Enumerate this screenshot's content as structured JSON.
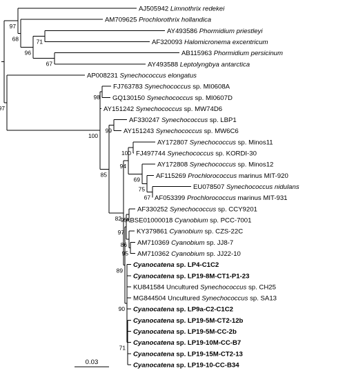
{
  "leaves": [
    {
      "acc": "AJ505942",
      "genus": "Limnothrix",
      "species": "redekei",
      "plain": false,
      "bold": false
    },
    {
      "acc": "AM709625",
      "genus": "Prochlorothrix",
      "species": "hollandica",
      "plain": false,
      "bold": false
    },
    {
      "acc": "AY493586",
      "genus": "Phormidium",
      "species": "priestleyi",
      "plain": false,
      "bold": false
    },
    {
      "acc": "AF320093",
      "genus": "Halomicronema",
      "species": "excentricum",
      "plain": false,
      "bold": false
    },
    {
      "acc": "AB115963",
      "genus": "Phormidium",
      "species": "persicinum",
      "plain": false,
      "bold": false
    },
    {
      "acc": "AY493588",
      "genus": "Leptolyngbya",
      "species": "antarctica",
      "plain": false,
      "bold": false
    },
    {
      "acc": "AP008231",
      "genus": "Synechococcus",
      "species": "elongatus",
      "plain": false,
      "bold": false
    },
    {
      "acc": "FJ763783",
      "genus": "Synechococcus",
      "species": "sp. MI0608A",
      "plain": true,
      "bold": false
    },
    {
      "acc": "GQ130150",
      "genus": "Synechococcus",
      "species": "sp. MI0607D",
      "plain": true,
      "bold": false
    },
    {
      "acc": "AY151242",
      "genus": "Synechococcus",
      "species": "sp. MW74D6",
      "plain": true,
      "bold": false
    },
    {
      "acc": "AF330247",
      "genus": "Synechococcus",
      "species": "sp. LBP1",
      "plain": true,
      "bold": false
    },
    {
      "acc": "AY151243",
      "genus": "Synechococcus",
      "species": "sp. MW6C6",
      "plain": true,
      "bold": false
    },
    {
      "acc": "AY172807",
      "genus": "Synechococcus",
      "species": "sp. Minos11",
      "plain": true,
      "bold": false
    },
    {
      "acc": "FJ497744",
      "genus": "Synechococcus",
      "species": "sp. KORDI-30",
      "plain": true,
      "bold": false
    },
    {
      "acc": "AY172808",
      "genus": "Synechococcus",
      "species": "sp. Minos12",
      "plain": true,
      "bold": false
    },
    {
      "acc": "AF115269",
      "genus": "Prochlorococcus",
      "species": "marinus MIT-920",
      "plain": true,
      "bold": false
    },
    {
      "acc": "EU078507",
      "genus": "Synechococcus",
      "species": "nidulans",
      "plain": false,
      "bold": false
    },
    {
      "acc": "AF053399",
      "genus": "Prochlorococcus",
      "species": "marinus MIT-931",
      "plain": true,
      "bold": false
    },
    {
      "acc": "AF330252",
      "genus": "Synechococcus",
      "species": "sp. CCY9201",
      "plain": true,
      "bold": false
    },
    {
      "acc": "ABSE01000018",
      "genus": "Cyanobium",
      "species": "sp. PCC-7001",
      "plain": true,
      "bold": false
    },
    {
      "acc": "KY379861",
      "genus": "Cyanobium",
      "species": "sp. CZS-22C",
      "plain": true,
      "bold": false
    },
    {
      "acc": "AM710369",
      "genus": "Cyanobium",
      "species": "sp. JJ8-7",
      "plain": true,
      "bold": false
    },
    {
      "acc": "AM710362",
      "genus": "Cyanobium",
      "species": "sp. JJ22-10",
      "plain": true,
      "bold": false
    },
    {
      "acc": "",
      "genus": "Cyanocatena",
      "species": "sp. LP4-C1C2",
      "plain": true,
      "bold": true
    },
    {
      "acc": "",
      "genus": "Cyanocatena",
      "species": "sp. LP19-8M-CT1-P1-23",
      "plain": true,
      "bold": true
    },
    {
      "acc": "KU841584",
      "genus": "Uncultured Synechococcus",
      "species": "sp. CH25",
      "plain": true,
      "bold": false
    },
    {
      "acc": "MG844504",
      "genus": "Uncultured Synechococcus",
      "species": "sp. SA13",
      "plain": true,
      "bold": false
    },
    {
      "acc": "",
      "genus": "Cyanocatena",
      "species": "sp. LP9a-C2-C1C2",
      "plain": true,
      "bold": true
    },
    {
      "acc": "",
      "genus": "Cyanocatena",
      "species": "sp. LP19-5M-CT2-12b",
      "plain": true,
      "bold": true
    },
    {
      "acc": "",
      "genus": "Cyanocatena",
      "species": "sp. LP19-5M-CC-2b",
      "plain": true,
      "bold": true
    },
    {
      "acc": "",
      "genus": "Cyanocatena",
      "species": "sp. LP19-10M-CC-B7",
      "plain": true,
      "bold": true
    },
    {
      "acc": "",
      "genus": "Cyanocatena",
      "species": "sp. LP19-15M-CT2-13",
      "plain": true,
      "bold": true
    },
    {
      "acc": "",
      "genus": "Cyanocatena",
      "species": "sp. LP19-10-CC-B34",
      "plain": true,
      "bold": true
    }
  ],
  "bootstrap": [
    "97",
    "68",
    "71",
    "96",
    "67",
    "97",
    "98",
    "100",
    "99",
    "85",
    "100",
    "94",
    "75",
    "69",
    "67",
    "82",
    "95",
    "86",
    "95",
    "97",
    "89",
    "90",
    "71"
  ],
  "scale_bar": {
    "label": "0.03",
    "value": 0.03
  }
}
